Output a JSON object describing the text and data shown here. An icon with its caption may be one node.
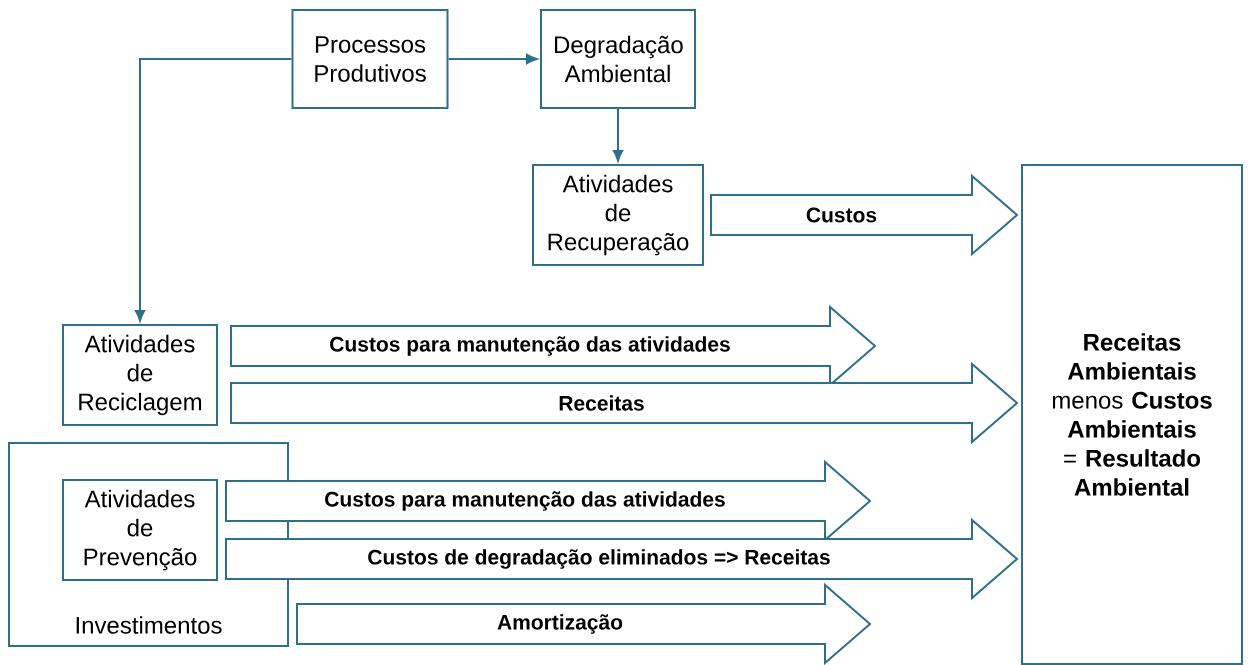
{
  "diagram": {
    "nodes": [
      {
        "text": [
          "Processos Produtivos"
        ]
      },
      {
        "text": [
          "Degradação Ambiental"
        ]
      },
      {
        "text": [
          "Atividades de Recuperação"
        ]
      },
      {
        "text": [
          "Atividades de Reciclagem"
        ]
      },
      {
        "text": [
          "Investimentos"
        ]
      },
      {
        "text": [
          "Atividades de Prevenção"
        ],
        "in": 4
      },
      {
        "text": [
          "**Receitas Ambientais** menos **Custos Ambientais** = **Resultado Ambiental**"
        ]
      }
    ],
    "edges": [
      {
        "from": 0,
        "to": 1,
        "arrow": "to"
      },
      {
        "from": 1,
        "to": 2,
        "arrow": "to"
      },
      {
        "from": 0,
        "to": 3,
        "arrow": "to"
      },
      {
        "from": 2,
        "to": 6,
        "arrow": "to",
        "label": "Custos",
        "style": "thick"
      },
      {
        "from": 3,
        "to": null,
        "arrow": "to",
        "label": "Custos para manutenção das atividades",
        "style": "thick"
      },
      {
        "from": 3,
        "to": 6,
        "arrow": "to",
        "label": "Receitas",
        "style": "thick"
      },
      {
        "from": 5,
        "to": null,
        "arrow": "to",
        "label": "Custos para manutenção das atividades",
        "style": "thick"
      },
      {
        "from": 5,
        "to": 6,
        "arrow": "to",
        "label": "Custos de degradação eliminados => Receitas",
        "style": "thick"
      },
      {
        "from": 4,
        "to": null,
        "arrow": "to",
        "label": "Amortização",
        "style": "thick"
      }
    ]
  }
}
